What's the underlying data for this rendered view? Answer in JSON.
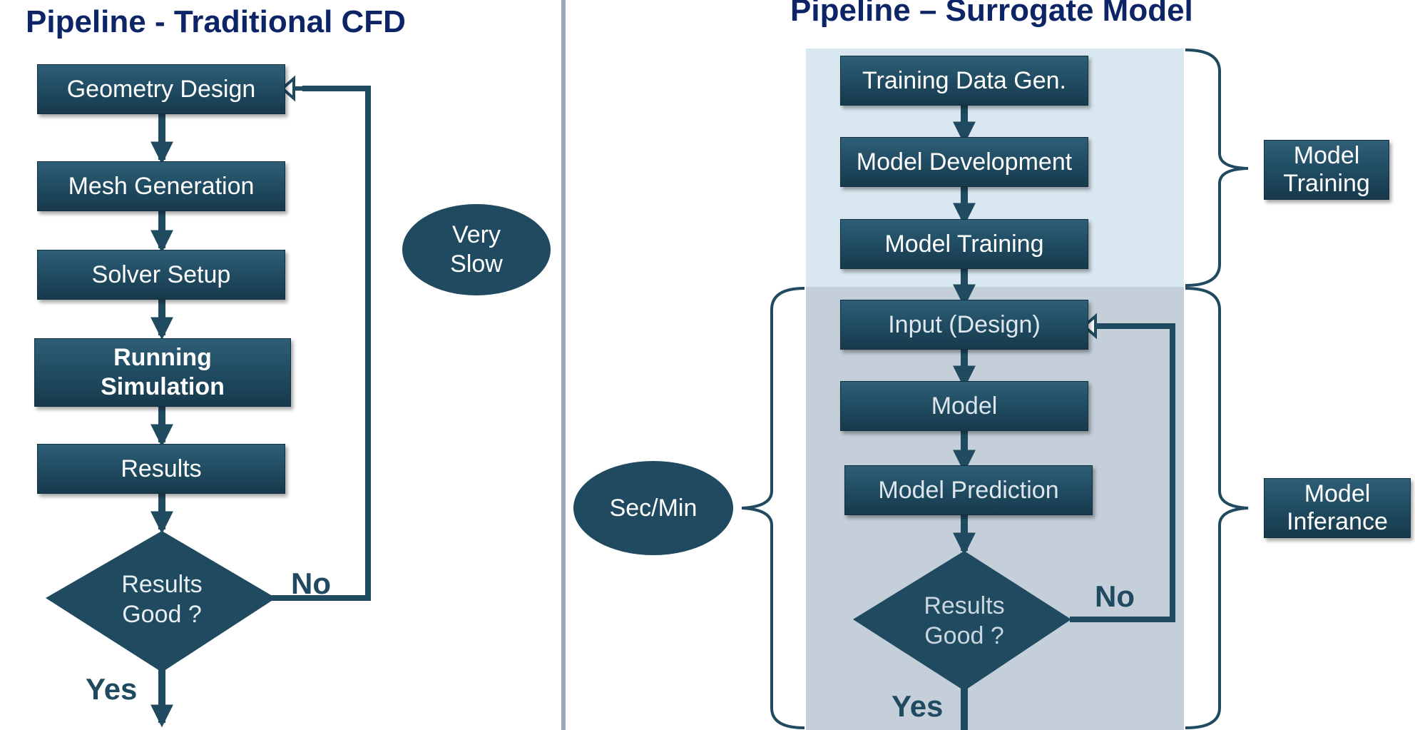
{
  "left_pipeline": {
    "title": "Pipeline - Traditional CFD",
    "steps": [
      "Geometry Design",
      "Mesh Generation",
      "Solver Setup",
      "Running Simulation",
      "Results"
    ],
    "decision": "Results Good ?",
    "no_label": "No",
    "yes_label": "Yes"
  },
  "speed_labels": {
    "traditional": "Very Slow",
    "surrogate": "Sec/Min"
  },
  "right_pipeline": {
    "title": "Pipeline – Surrogate Model",
    "training_steps": [
      "Training Data Gen.",
      "Model Development",
      "Model Training"
    ],
    "inference_steps": [
      "Input (Design)",
      "Model",
      "Model Prediction"
    ],
    "decision": "Results Good ?",
    "no_label": "No",
    "yes_label": "Yes"
  },
  "phase_labels": {
    "training": "Model Training",
    "inference": "Model Inferance"
  },
  "colors": {
    "title": "#0d2466",
    "box": "#1f4a60",
    "arrow": "#1f4a60",
    "divider": "#9aaabb",
    "training_region": "#d9e8f0",
    "inference_region": "#c4cfd9"
  }
}
